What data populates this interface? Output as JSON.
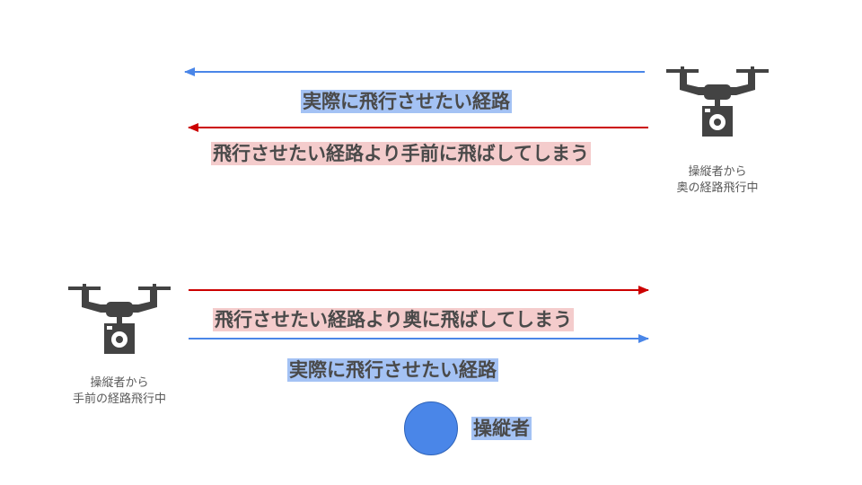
{
  "scenario_far": {
    "actual_label": "実際に飛行させたい経路",
    "mistake_label": "飛行させたい経路より手前に飛ばしてしまう",
    "drone_caption_line1": "操縦者から",
    "drone_caption_line2": "奥の経路飛行中",
    "drone_icon": "drone-icon"
  },
  "scenario_near": {
    "mistake_label": "飛行させたい経路より奥に飛ばしてしまう",
    "actual_label": "実際に飛行させたい経路",
    "drone_caption_line1": "操縦者から",
    "drone_caption_line2": "手前の経路飛行中",
    "drone_icon": "drone-icon"
  },
  "operator": {
    "label": "操縦者"
  },
  "colors": {
    "actual_path": "#4a86e8",
    "mistake_path": "#cc0000",
    "actual_highlight": "#a4c2f4",
    "mistake_highlight": "#f4cccc",
    "drone": "#434343",
    "operator": "#4a86e8"
  }
}
